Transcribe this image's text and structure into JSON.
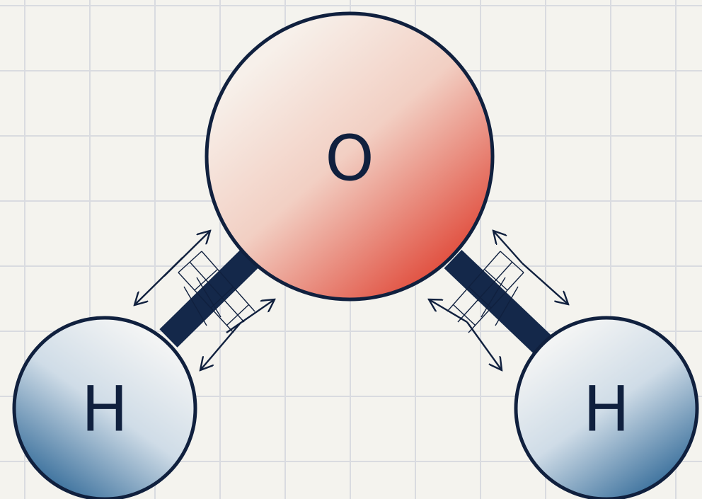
{
  "diagram": {
    "atoms": [
      {
        "id": "oxygen",
        "label": "O",
        "color": "#e04a3a"
      },
      {
        "id": "hydrogen-left",
        "label": "H",
        "color": "#2e6796"
      },
      {
        "id": "hydrogen-right",
        "label": "H",
        "color": "#2e6796"
      }
    ],
    "bond_color": "#14284a",
    "outline_color": "#10203e",
    "grid_color": "#d9dbe0",
    "background_color": "#f4f3ee"
  }
}
